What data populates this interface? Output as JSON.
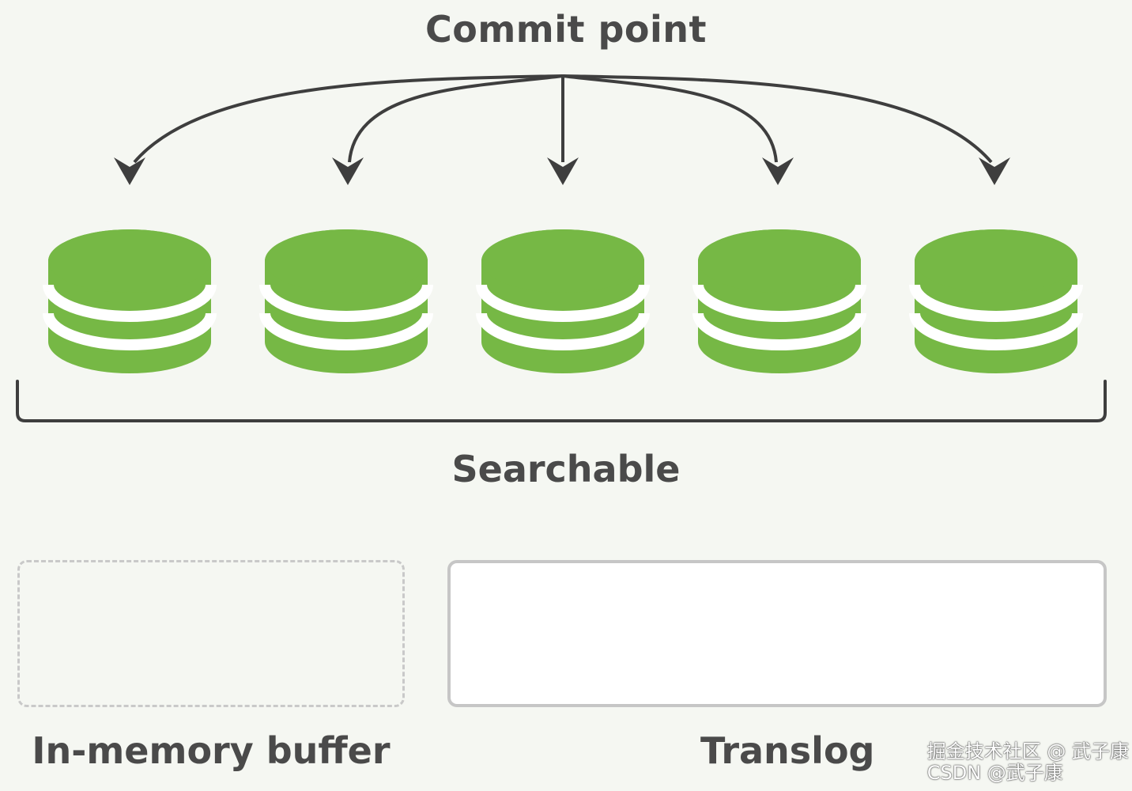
{
  "commit_point": {
    "label": "Commit point"
  },
  "searchable": {
    "label": "Searchable",
    "segment_count": 5
  },
  "buffer": {
    "label": "In-memory buffer"
  },
  "translog": {
    "label": "Translog"
  },
  "watermark": {
    "text": "掘金技术社区 @ 武子康\nCSDN @武子康"
  },
  "colors": {
    "segment_green": "#76b845",
    "arrow": "#3e3e3e",
    "bracket": "#3e3e3e",
    "text": "#4a4a4a",
    "background": "#f5f7f2",
    "box_border": "#c6c6c6"
  },
  "icons": {
    "segment": "database-cylinder-icon",
    "arrow": "arrow-down-icon"
  }
}
